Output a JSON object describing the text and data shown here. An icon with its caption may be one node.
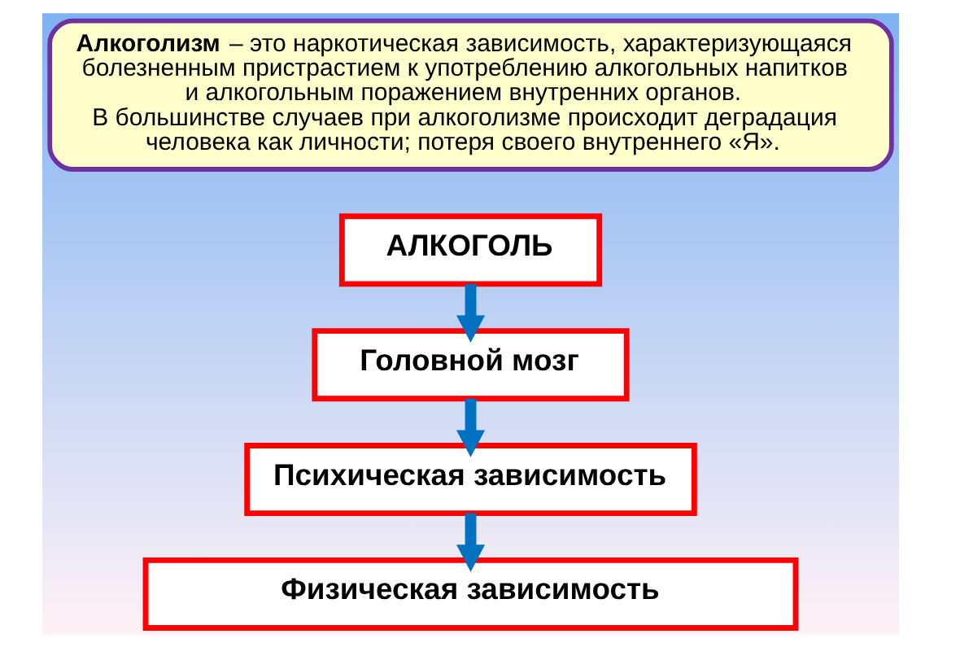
{
  "diagram": {
    "nodes": [
      {
        "text": [
          "**Алкоголизм** – это наркотическая зависимость, характеризующаяся болезненным пристрастием к употреблению алкогольных напитков и алкогольным поражением внутренних органов.",
          "В большинстве случаев при алкоголизме происходит деградация человека как личности; потеря своего внутреннего «Я»."
        ]
      },
      {
        "text": [
          "АЛКОГОЛЬ"
        ]
      },
      {
        "text": [
          "Головной мозг"
        ]
      },
      {
        "text": [
          "Психическая зависимость"
        ]
      },
      {
        "text": [
          "Физическая зависимость"
        ]
      }
    ],
    "edges": [
      {
        "from": 1,
        "to": 2,
        "arrow": "to"
      },
      {
        "from": 2,
        "to": 3,
        "arrow": "to"
      },
      {
        "from": 3,
        "to": 4,
        "arrow": "to"
      }
    ]
  }
}
